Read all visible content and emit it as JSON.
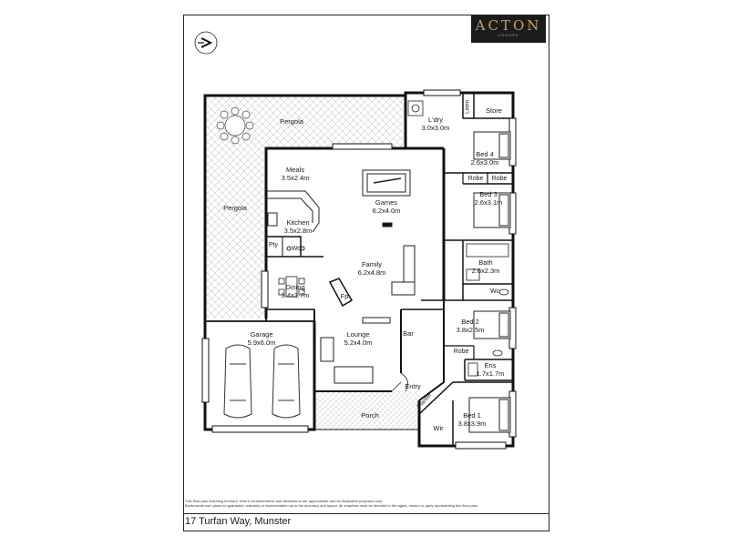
{
  "brand": {
    "name": "ACTON",
    "sub": "COOGEE"
  },
  "address": "17 Turfan Way, Munster",
  "disclaimer_line1": "This floor plan including furniture, fixture measurements and dimensions are approximate and for illustrative purposes only.",
  "disclaimer_line2": "Boxbrownie.com gives no guarantee, warranty or representation as to the accuracy and layout. All enquiries must be directed to the agent, vendor or party representing this floor plan.",
  "north_label": "N",
  "rooms": {
    "pergola_top": {
      "name": "Pergola"
    },
    "pergola_left": {
      "name": "Pergola"
    },
    "laundry": {
      "name": "L'dry",
      "dim": "3.0x3.0m"
    },
    "linen": {
      "name": "Linen"
    },
    "store": {
      "name": "Store"
    },
    "meals": {
      "name": "Meals",
      "dim": "3.5x2.4m"
    },
    "games": {
      "name": "Games",
      "dim": "6.2x4.0m"
    },
    "bed4": {
      "name": "Bed 4",
      "dim": "2.6x3.0m"
    },
    "robe1": {
      "name": "Robe"
    },
    "robe2": {
      "name": "Robe"
    },
    "bed3": {
      "name": "Bed 3",
      "dim": "2.6x3.1m"
    },
    "kitchen": {
      "name": "Kitchen",
      "dim": "3.5x2.8m"
    },
    "pty": {
      "name": "Pty"
    },
    "wo": {
      "name": "Wo"
    },
    "bath": {
      "name": "Bath",
      "dim": "2.6x2.3m"
    },
    "family": {
      "name": "Family",
      "dim": "6.2x4.8m"
    },
    "wc": {
      "name": "Wc"
    },
    "dining": {
      "name": "Dining",
      "dim": "3.4x3.7m"
    },
    "fp": {
      "name": "Fp"
    },
    "bed2": {
      "name": "Bed 2",
      "dim": "3.8x2.5m"
    },
    "bar": {
      "name": "Bar"
    },
    "garage": {
      "name": "Garage",
      "dim": "5.9x6.0m"
    },
    "lounge": {
      "name": "Lounge",
      "dim": "5.2x4.0m"
    },
    "robe3": {
      "name": "Robe"
    },
    "ens": {
      "name": "Ens",
      "dim": "1.7x1.7m"
    },
    "entry": {
      "name": "Entry"
    },
    "planter": {
      "name": "Planter"
    },
    "bed1": {
      "name": "Bed 1",
      "dim": "3.8x3.9m"
    },
    "porch": {
      "name": "Porch"
    },
    "wir": {
      "name": "Wir"
    }
  }
}
